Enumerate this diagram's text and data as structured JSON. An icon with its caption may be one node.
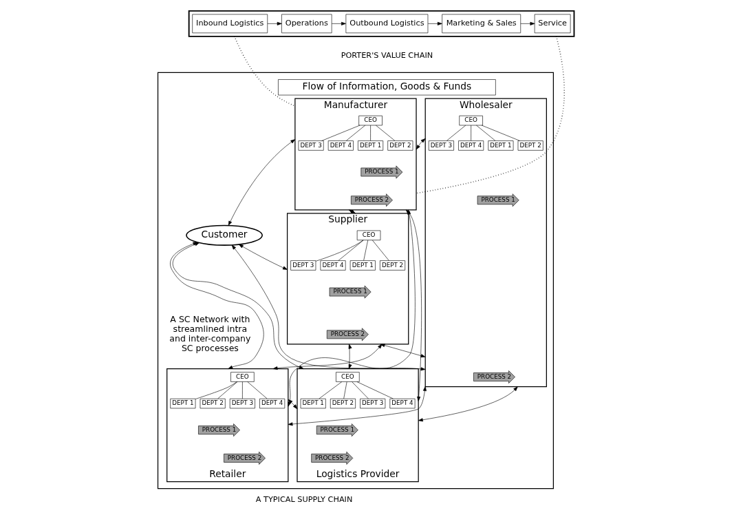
{
  "diagram": {
    "nodes": [
      {
        "text": [],
        "shape": "box"
      },
      {
        "text": [
          "Inbound Logistics"
        ],
        "in": 0
      },
      {
        "text": [
          "Operations"
        ],
        "in": 0
      },
      {
        "text": [
          "Outbound Logistics"
        ],
        "in": 0
      },
      {
        "text": [
          "Marketing & Sales"
        ],
        "in": 0
      },
      {
        "text": [
          "Service"
        ],
        "in": 0
      },
      {
        "text": [],
        "shape": "box"
      },
      {
        "text": [
          "Flow of Information, Goods & Funds"
        ],
        "in": 6
      },
      {
        "text": [
          "Manufacturer"
        ],
        "in": 6
      },
      {
        "text": [
          "CEO"
        ],
        "in": 8
      },
      {
        "text": [
          "DEPT 1"
        ],
        "in": 8
      },
      {
        "text": [
          "DEPT 2"
        ],
        "in": 8
      },
      {
        "text": [
          "DEPT 3"
        ],
        "in": 8
      },
      {
        "text": [
          "DEPT 4"
        ],
        "in": 8
      },
      {
        "text": [
          "PROCESS 1"
        ],
        "in": 8
      },
      {
        "text": [
          "PROCESS 2"
        ],
        "in": 8
      },
      {
        "text": [
          "Wholesaler"
        ],
        "in": 6
      },
      {
        "text": [
          "CEO"
        ],
        "in": 16
      },
      {
        "text": [
          "DEPT 1"
        ],
        "in": 16
      },
      {
        "text": [
          "DEPT 2"
        ],
        "in": 16
      },
      {
        "text": [
          "DEPT 3"
        ],
        "in": 16
      },
      {
        "text": [
          "DEPT 4"
        ],
        "in": 16
      },
      {
        "text": [
          "PROCESS 1"
        ],
        "in": 16
      },
      {
        "text": [
          "PROCESS 2"
        ],
        "in": 16
      },
      {
        "text": [
          "Supplier"
        ],
        "in": 6
      },
      {
        "text": [
          "CEO"
        ],
        "in": 24
      },
      {
        "text": [
          "DEPT 1"
        ],
        "in": 24
      },
      {
        "text": [
          "DEPT 2"
        ],
        "in": 24
      },
      {
        "text": [
          "DEPT 3"
        ],
        "in": 24
      },
      {
        "text": [
          "DEPT 4"
        ],
        "in": 24
      },
      {
        "text": [
          "PROCESS 1"
        ],
        "in": 24
      },
      {
        "text": [
          "PROCESS 2"
        ],
        "in": 24
      },
      {
        "text": [
          "Logistics Provider"
        ],
        "in": 6
      },
      {
        "text": [
          "CEO"
        ],
        "in": 32
      },
      {
        "text": [
          "DEPT 1"
        ],
        "in": 32
      },
      {
        "text": [
          "DEPT 2"
        ],
        "in": 32
      },
      {
        "text": [
          "DEPT 3"
        ],
        "in": 32
      },
      {
        "text": [
          "DEPT 4"
        ],
        "in": 32
      },
      {
        "text": [
          "PROCESS 1"
        ],
        "in": 32
      },
      {
        "text": [
          "PROCESS 2"
        ],
        "in": 32
      },
      {
        "text": [
          "Retailer"
        ],
        "in": 6
      },
      {
        "text": [
          "CEO"
        ],
        "in": 40
      },
      {
        "text": [
          "DEPT 1"
        ],
        "in": 40
      },
      {
        "text": [
          "DEPT 2"
        ],
        "in": 40
      },
      {
        "text": [
          "DEPT 3"
        ],
        "in": 40
      },
      {
        "text": [
          "DEPT 4"
        ],
        "in": 40
      },
      {
        "text": [
          "PROCESS 1"
        ],
        "in": 40
      },
      {
        "text": [
          "PROCESS 2"
        ],
        "in": 40
      },
      {
        "text": [
          "Customer"
        ],
        "in": 6
      }
    ],
    "edges": [
      {
        "from": 1,
        "to": 2,
        "arrow": "to"
      },
      {
        "from": 2,
        "to": 3,
        "arrow": "to"
      },
      {
        "from": 3,
        "to": 4,
        "arrow": "to"
      },
      {
        "from": 4,
        "to": 5,
        "arrow": "to"
      },
      {
        "from": 0,
        "to": 8,
        "arrow": "none",
        "style": "dashed"
      },
      {
        "from": 0,
        "to": 8,
        "arrow": "none",
        "style": "dashed"
      },
      {
        "from": 9,
        "to": 10,
        "arrow": "none"
      },
      {
        "from": 9,
        "to": 11,
        "arrow": "none"
      },
      {
        "from": 9,
        "to": 12,
        "arrow": "none"
      },
      {
        "from": 9,
        "to": 13,
        "arrow": "none"
      },
      {
        "from": 17,
        "to": 18,
        "arrow": "none"
      },
      {
        "from": 17,
        "to": 19,
        "arrow": "none"
      },
      {
        "from": 17,
        "to": 20,
        "arrow": "none"
      },
      {
        "from": 17,
        "to": 21,
        "arrow": "none"
      },
      {
        "from": 25,
        "to": 26,
        "arrow": "none"
      },
      {
        "from": 25,
        "to": 27,
        "arrow": "none"
      },
      {
        "from": 25,
        "to": 28,
        "arrow": "none"
      },
      {
        "from": 25,
        "to": 29,
        "arrow": "none"
      },
      {
        "from": 33,
        "to": 34,
        "arrow": "none"
      },
      {
        "from": 33,
        "to": 35,
        "arrow": "none"
      },
      {
        "from": 33,
        "to": 36,
        "arrow": "none"
      },
      {
        "from": 33,
        "to": 37,
        "arrow": "none"
      },
      {
        "from": 41,
        "to": 42,
        "arrow": "none"
      },
      {
        "from": 41,
        "to": 43,
        "arrow": "none"
      },
      {
        "from": 41,
        "to": 44,
        "arrow": "none"
      },
      {
        "from": 41,
        "to": 45,
        "arrow": "none"
      },
      {
        "from": 8,
        "to": 16,
        "arrow": "both"
      },
      {
        "from": 8,
        "to": 24,
        "arrow": "both"
      },
      {
        "from": 24,
        "to": 16,
        "arrow": "both"
      },
      {
        "from": 24,
        "to": 48,
        "arrow": "both"
      },
      {
        "from": 24,
        "to": 40,
        "arrow": "both"
      },
      {
        "from": 24,
        "to": 32,
        "arrow": "both"
      },
      {
        "from": 8,
        "to": 32,
        "arrow": "both"
      },
      {
        "from": 8,
        "to": 40,
        "arrow": "both"
      },
      {
        "from": 8,
        "to": 48,
        "arrow": "both"
      },
      {
        "from": 16,
        "to": 32,
        "arrow": "both"
      },
      {
        "from": 16,
        "to": 40,
        "arrow": "both"
      },
      {
        "from": 16,
        "to": 48,
        "arrow": "both"
      },
      {
        "from": 32,
        "to": 48,
        "arrow": "both"
      },
      {
        "from": 32,
        "to": 40,
        "arrow": "both"
      },
      {
        "from": 40,
        "to": 48,
        "arrow": "both"
      }
    ],
    "labels": [
      "PORTER'S VALUE CHAIN",
      "A SC Network with streamlined intra and inter-company SC processes",
      "A TYPICAL SUPPLY CHAIN"
    ]
  }
}
